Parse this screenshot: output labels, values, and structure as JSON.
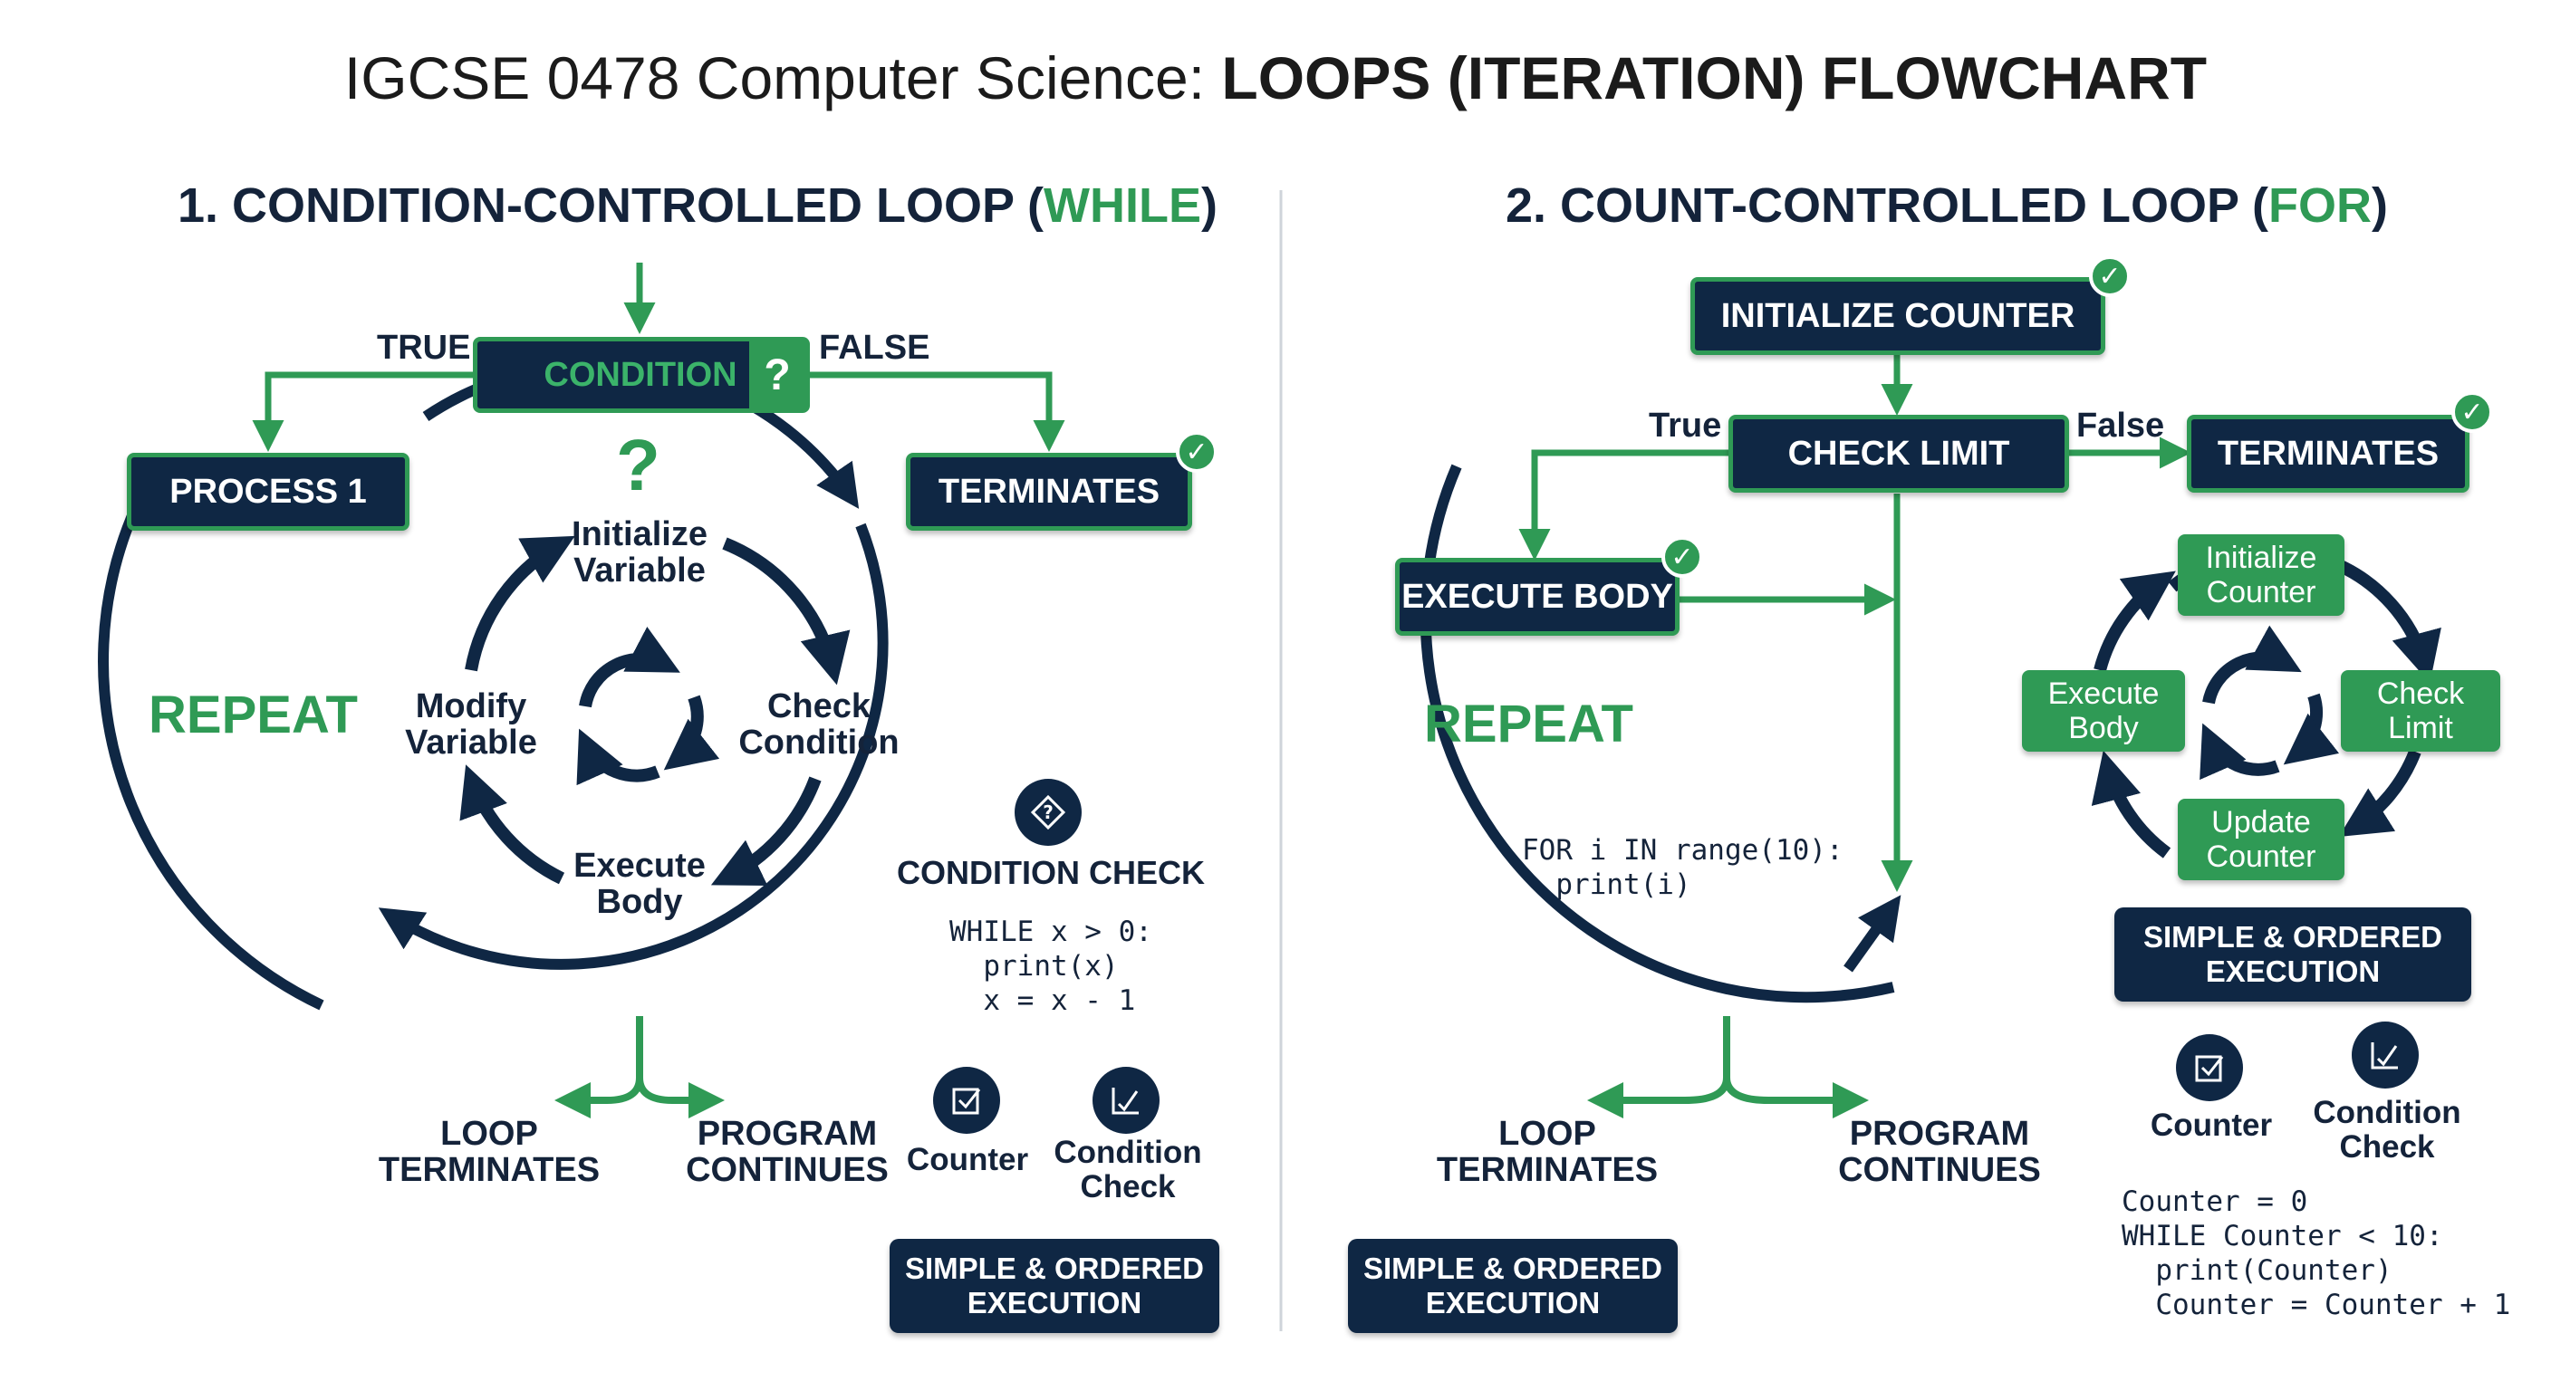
{
  "title": {
    "prefix": "IGCSE 0478 Computer Science: ",
    "bold": "LOOPS (ITERATION) FLOWCHART"
  },
  "while_section": {
    "heading_prefix": "1. CONDITION-CONTROLLED LOOP (",
    "heading_keyword": "WHILE",
    "heading_suffix": ")",
    "condition_label": "CONDITION",
    "condition_q": "?",
    "true_label": "TRUE",
    "false_label": "FALSE",
    "process_label": "PROCESS 1",
    "terminates_label": "TERMINATES",
    "repeat_label": "REPEAT",
    "center_q": "?",
    "cycle": {
      "initialize": "Initialize\nVariable",
      "check": "Check\nCondition",
      "execute": "Execute\nBody",
      "modify": "Modify\nVariable"
    },
    "condition_check_label": "CONDITION CHECK",
    "code": "WHILE x > 0:\n  print(x)\n  x = x - 1",
    "loop_terminates": "LOOP\nTERMINATES",
    "program_continues": "PROGRAM\nCONTINUES",
    "counter_label": "Counter",
    "condition_check_icon_label": "Condition\nCheck",
    "exec_box": "SIMPLE & ORDERED\nEXECUTION"
  },
  "for_section": {
    "heading_prefix": "2. COUNT-CONTROLLED LOOP (",
    "heading_keyword": "FOR",
    "heading_suffix": ")",
    "init_counter": "INITIALIZE COUNTER",
    "check_limit": "CHECK LIMIT",
    "true_label": "True",
    "false_label": "False",
    "terminates_label": "TERMINATES",
    "execute_body": "EXECUTE BODY",
    "repeat_label": "REPEAT",
    "code": "FOR i IN range(10):\n  print(i)",
    "cycle": {
      "initialize": "Initialize\nCounter",
      "check": "Check\nLimit",
      "update": "Update\nCounter",
      "execute": "Execute\nBody"
    },
    "exec_box_right": "SIMPLE & ORDERED\nEXECUTION",
    "counter_label": "Counter",
    "condition_check_icon_label": "Condition\nCheck",
    "code_right": "Counter = 0\nWHILE Counter < 10:\n  print(Counter)\n  Counter = Counter + 1",
    "loop_terminates": "LOOP\nTERMINATES",
    "program_continues": "PROGRAM\nCONTINUES",
    "exec_box_bottom": "SIMPLE & ORDERED\nEXECUTION"
  },
  "colors": {
    "navy": "#0f2744",
    "green": "#2f9a55",
    "text": "#14233a"
  },
  "icons": [
    "check-icon",
    "question-diamond-icon",
    "checkbox-icon",
    "chart-check-icon",
    "cycle-arrows-icon"
  ]
}
